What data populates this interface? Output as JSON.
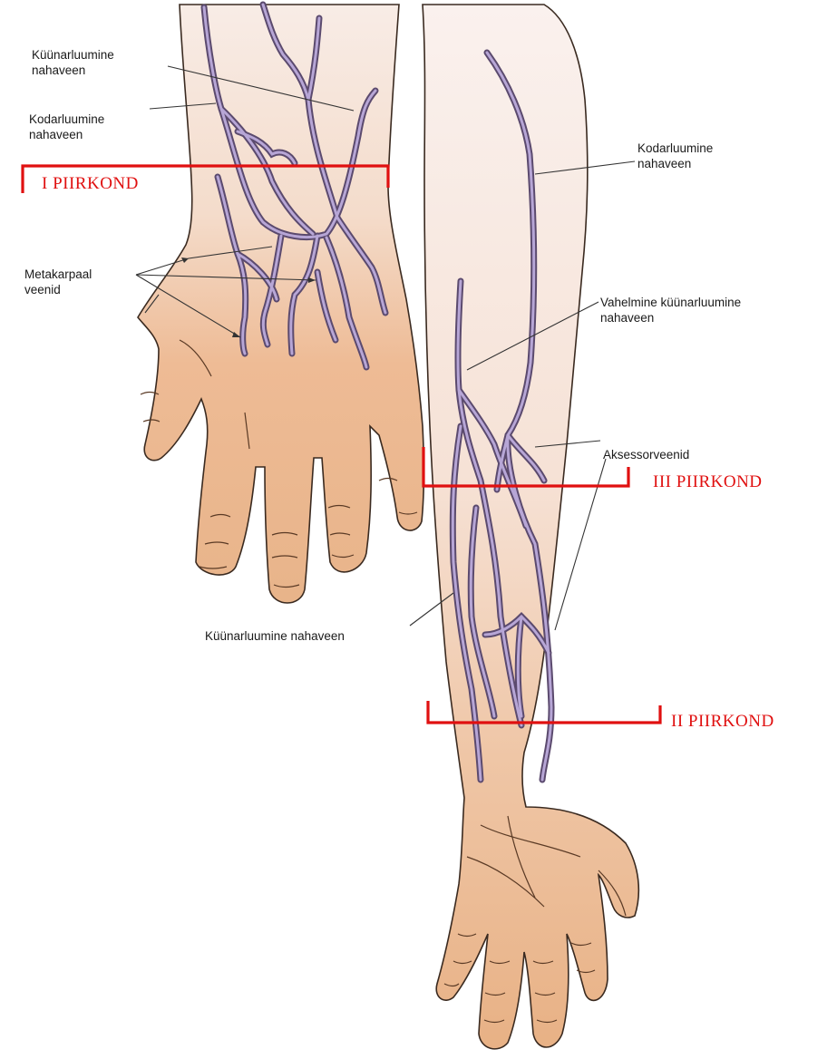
{
  "labels": {
    "top_left_ulnar": "Küünarluumine\nnahaveen",
    "top_left_radial": "Kodarluumine\nnahaveen",
    "metacarpal": "Metakarpaal\nveenid",
    "right_radial": "Kodarluumine\nnahaveen",
    "median_ulnar": "Vahelmine küünarluumine\nnahaveen",
    "accessory": "Aksessorveenid",
    "bottom_ulnar": "Küünarluumine nahaveen"
  },
  "zones": {
    "zone_1": "I PIIRKOND",
    "zone_2": "II PIIRKOND",
    "zone_3": "III PIIRKOND"
  },
  "colors": {
    "skin_light": "#f6e6dc",
    "skin_tan": "#e9b68c",
    "vein": "#5b4a6e",
    "vein_highlight": "#b7a6d6",
    "outline": "#3a2a20",
    "bracket_red": "#e01010",
    "leader": "#333333"
  }
}
